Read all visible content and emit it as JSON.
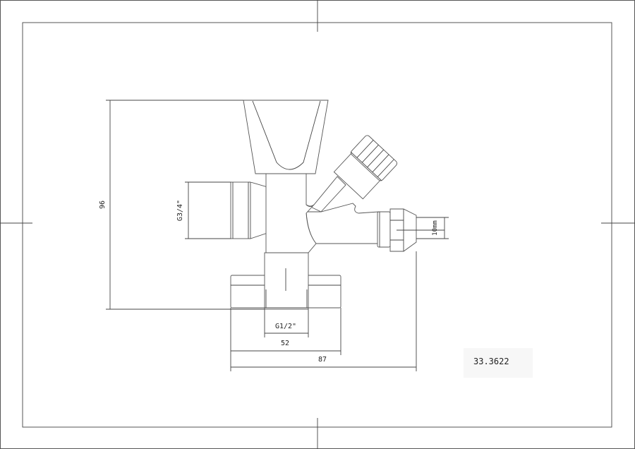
{
  "drawing": {
    "dimensions": {
      "height": "96",
      "inlet_thread": "G3/4\"",
      "outlet_thread": "G1/2\"",
      "flange_width": "52",
      "overall_width": "87",
      "pipe_diameter": "10mm"
    },
    "article_number": "33.3622"
  }
}
